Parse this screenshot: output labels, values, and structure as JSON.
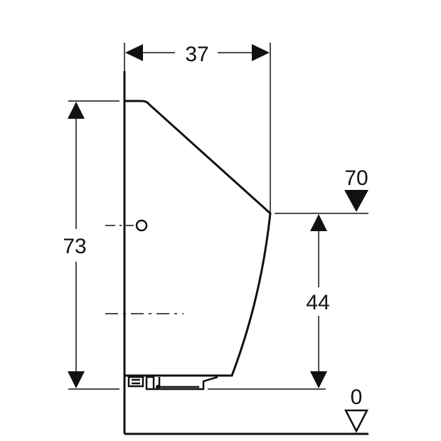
{
  "drawing": {
    "dimensions": {
      "width": "37",
      "total_height": "73",
      "rim_height": "44"
    },
    "levels": {
      "rim_level": "70",
      "floor_level": "0"
    },
    "colors": {
      "line": "#111111",
      "background": "#ffffff"
    }
  }
}
